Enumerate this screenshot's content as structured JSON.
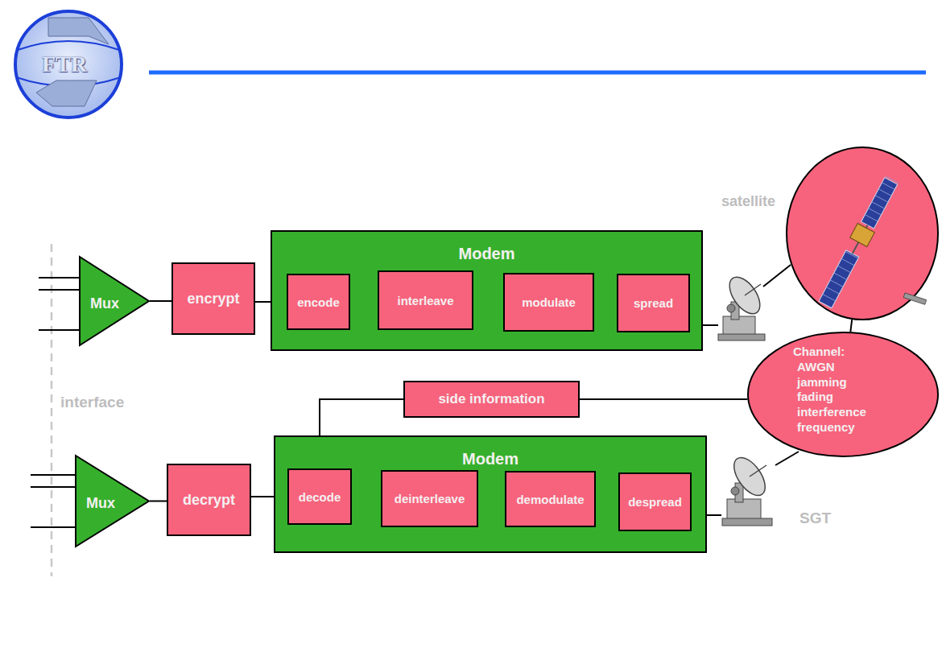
{
  "diagram": {
    "nodes": [
      {
        "text": [
          "Mux"
        ]
      },
      {
        "text": [
          "encrypt"
        ]
      },
      {
        "text": [
          "Modem"
        ]
      },
      {
        "text": [
          "encode"
        ],
        "in": 2
      },
      {
        "text": [
          "interleave"
        ],
        "in": 2
      },
      {
        "text": [
          "modulate"
        ],
        "in": 2
      },
      {
        "text": [
          "spread"
        ],
        "in": 2
      },
      {
        "text": [
          "satellite"
        ]
      },
      {
        "text": [
          "Channel:",
          "AWGN jamming fading interference frequency"
        ]
      },
      {
        "text": [
          "side information"
        ]
      },
      {
        "text": [
          "Mux"
        ]
      },
      {
        "text": [
          "decrypt"
        ]
      },
      {
        "text": [
          "Modem"
        ]
      },
      {
        "text": [
          "decode"
        ],
        "in": 12
      },
      {
        "text": [
          "deinterleave"
        ],
        "in": 12
      },
      {
        "text": [
          "demodulate"
        ],
        "in": 12
      },
      {
        "text": [
          "despread"
        ],
        "in": 12
      }
    ],
    "edges": [
      {
        "from": 0,
        "to": 1,
        "arrow": "none"
      },
      {
        "from": 1,
        "to": 3,
        "arrow": "none"
      },
      {
        "from": 3,
        "to": 4,
        "arrow": "none"
      },
      {
        "from": 4,
        "to": 5,
        "arrow": "none"
      },
      {
        "from": 5,
        "to": 6,
        "arrow": "none"
      },
      {
        "from": 7,
        "to": 8,
        "arrow": "none"
      },
      {
        "from": 8,
        "to": 9,
        "arrow": "none"
      },
      {
        "from": 9,
        "to": 13,
        "arrow": "none"
      },
      {
        "from": 10,
        "to": 11,
        "arrow": "none"
      },
      {
        "from": 11,
        "to": 13,
        "arrow": "none"
      },
      {
        "from": 13,
        "to": 14,
        "arrow": "none"
      },
      {
        "from": 14,
        "to": 15,
        "arrow": "none"
      },
      {
        "from": 15,
        "to": 16,
        "arrow": "none"
      }
    ],
    "labels": [
      "FTR",
      "interface",
      "SGT"
    ]
  }
}
